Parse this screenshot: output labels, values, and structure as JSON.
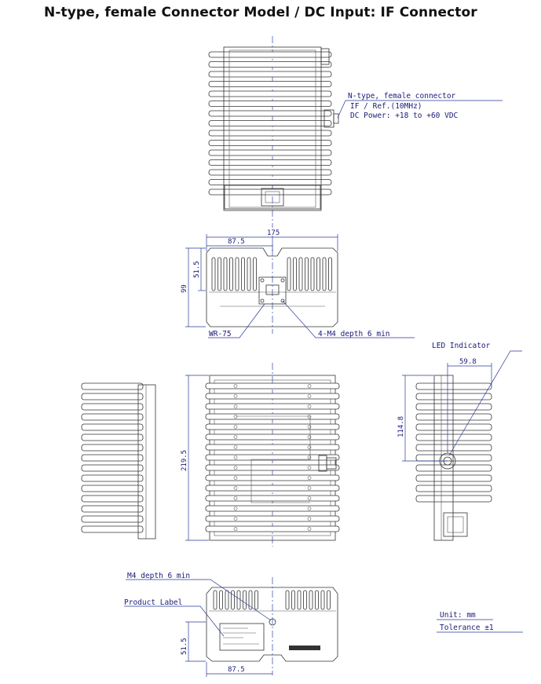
{
  "title": "N-type, female Connector Model / DC Input: IF Connector",
  "connector_note": {
    "line1": "N-type, female connector",
    "line2": "IF / Ref.(10MHz)",
    "line3": "DC Power: +18 to +60 VDC"
  },
  "dimensions": {
    "width_175": "175",
    "half_87_5": "87.5",
    "height_99": "99",
    "flange_51_5": "51.5",
    "length_219_5": "219.5",
    "led_114_8": "114.8",
    "led_59_8": "59.8",
    "bottom_51_5": "51.5",
    "bottom_87_5": "87.5"
  },
  "labels": {
    "wr75": "WR-75",
    "m4_flange": "4-M4 depth 6 min",
    "led": "LED Indicator",
    "m4_bottom": "M4 depth 6 min",
    "product_label": "Product Label",
    "unit": "Unit: mm",
    "tolerance": "Tolerance ±1"
  }
}
